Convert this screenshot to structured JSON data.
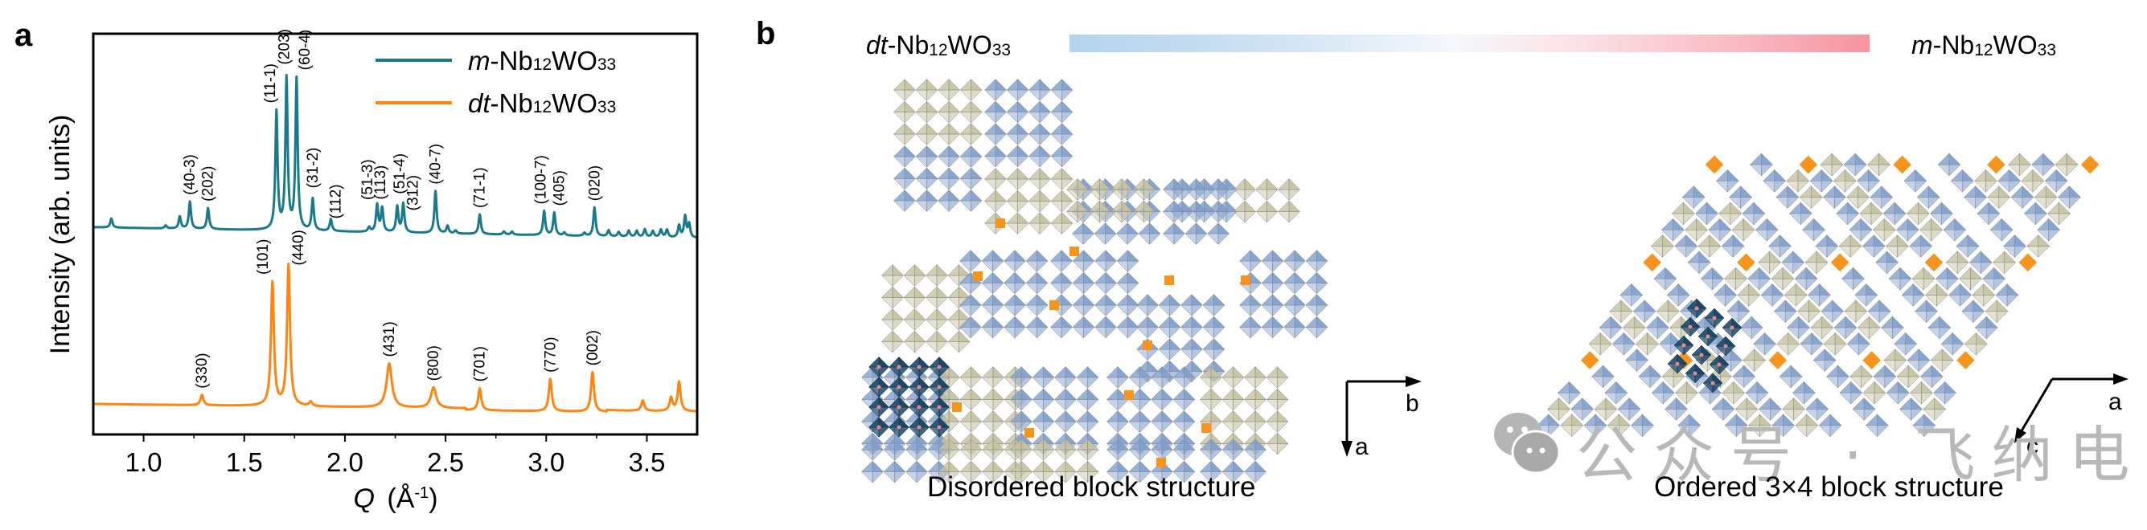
{
  "panel_a": {
    "letter": "a",
    "chart_data": {
      "type": "line",
      "title": "",
      "xlabel": "Q (Å⁻¹)",
      "xlabel_main": "Q",
      "xlabel_unit": "(Å",
      "xlabel_sup": "-1",
      "xlabel_close": ")",
      "ylabel": "Intensity (arb. units)",
      "xlim": [
        0.75,
        3.75
      ],
      "xticks": [
        1.0,
        1.5,
        2.0,
        2.5,
        3.0,
        3.5
      ],
      "xtick_labels": [
        "1.0",
        "1.5",
        "2.0",
        "2.5",
        "3.0",
        "3.5"
      ],
      "minor_xticks": [
        1.25,
        1.75,
        2.25,
        2.75,
        3.25
      ],
      "yticks": [],
      "grid": false,
      "legend_position": "top-right",
      "series": [
        {
          "name": "m-Nb12WO33",
          "legend_prefix": "m",
          "legend_main": "-Nb",
          "legend_sub1": "12",
          "legend_mid": "WO",
          "legend_sub2": "33",
          "color": "#1a7a8c",
          "offset": "upper",
          "baseline_note": "stacked, vertically offset",
          "peaks": [
            {
              "q": 0.84,
              "intensity": 6
            },
            {
              "q": 1.11,
              "intensity": 2
            },
            {
              "q": 1.18,
              "intensity": 8
            },
            {
              "q": 1.23,
              "intensity": 18,
              "label": "(40-3)"
            },
            {
              "q": 1.32,
              "intensity": 14,
              "label": "(202)"
            },
            {
              "q": 1.66,
              "intensity": 78,
              "label": "(11-1)"
            },
            {
              "q": 1.71,
              "intensity": 100,
              "label": "(203)"
            },
            {
              "q": 1.76,
              "intensity": 100,
              "label": "(60-4)"
            },
            {
              "q": 1.84,
              "intensity": 21,
              "label": "(31-2)"
            },
            {
              "q": 1.93,
              "intensity": 8,
              "label": "(112)"
            },
            {
              "q": 2.12,
              "intensity": 3
            },
            {
              "q": 2.16,
              "intensity": 18,
              "label": "(51-3)"
            },
            {
              "q": 2.185,
              "intensity": 16,
              "label": "(113)"
            },
            {
              "q": 2.26,
              "intensity": 17,
              "label": "(51-4)"
            },
            {
              "q": 2.29,
              "intensity": 19,
              "label": "(312)"
            },
            {
              "q": 2.45,
              "intensity": 28,
              "label": "(40-7)"
            },
            {
              "q": 2.51,
              "intensity": 5
            },
            {
              "q": 2.55,
              "intensity": 2
            },
            {
              "q": 2.67,
              "intensity": 13,
              "label": "(71-1)"
            },
            {
              "q": 2.79,
              "intensity": 2
            },
            {
              "q": 2.83,
              "intensity": 2
            },
            {
              "q": 2.99,
              "intensity": 16,
              "label": "(100-7)"
            },
            {
              "q": 3.04,
              "intensity": 15,
              "label": "(405)"
            },
            {
              "q": 3.09,
              "intensity": 2
            },
            {
              "q": 3.19,
              "intensity": 2
            },
            {
              "q": 3.24,
              "intensity": 19,
              "label": "(020)"
            },
            {
              "q": 3.31,
              "intensity": 4
            },
            {
              "q": 3.36,
              "intensity": 3
            },
            {
              "q": 3.41,
              "intensity": 4
            },
            {
              "q": 3.45,
              "intensity": 4
            },
            {
              "q": 3.49,
              "intensity": 5
            },
            {
              "q": 3.53,
              "intensity": 4
            },
            {
              "q": 3.57,
              "intensity": 5
            },
            {
              "q": 3.6,
              "intensity": 5
            },
            {
              "q": 3.66,
              "intensity": 8
            },
            {
              "q": 3.69,
              "intensity": 14
            },
            {
              "q": 3.71,
              "intensity": 9
            }
          ]
        },
        {
          "name": "dt-Nb12WO33",
          "legend_prefix": "dt",
          "legend_main": "-Nb",
          "legend_sub1": "12",
          "legend_mid": "WO",
          "legend_sub2": "33",
          "color": "#ff8412",
          "offset": "lower",
          "peaks": [
            {
              "q": 1.29,
              "intensity": 7,
              "label": "(330)"
            },
            {
              "q": 1.64,
              "intensity": 84,
              "label": "(101)"
            },
            {
              "q": 1.72,
              "intensity": 96,
              "label": "(440)"
            },
            {
              "q": 1.83,
              "intensity": 3
            },
            {
              "q": 2.22,
              "intensity": 30,
              "label": "(431)"
            },
            {
              "q": 2.44,
              "intensity": 14,
              "label": "(800)"
            },
            {
              "q": 2.67,
              "intensity": 15,
              "label": "(701)"
            },
            {
              "q": 3.02,
              "intensity": 22,
              "label": "(770)"
            },
            {
              "q": 3.23,
              "intensity": 27,
              "label": "(002)"
            },
            {
              "q": 3.48,
              "intensity": 7
            },
            {
              "q": 3.62,
              "intensity": 9
            },
            {
              "q": 3.66,
              "intensity": 20
            }
          ]
        }
      ]
    }
  },
  "panel_b": {
    "letter": "b",
    "left_formula": {
      "prefix": "dt",
      "main": "-Nb",
      "sub1": "12",
      "mid": "WO",
      "sub2": "33"
    },
    "right_formula": {
      "prefix": "m",
      "main": "-Nb",
      "sub1": "12",
      "mid": "WO",
      "sub2": "33"
    },
    "gradient_colors": {
      "start": "#b3d3ee",
      "middle": "#f5f8fc",
      "end": "#f7939f"
    },
    "left_structure": {
      "caption": "Disordered block structure",
      "axis_labels": {
        "horizontal": "b",
        "vertical": "a"
      }
    },
    "right_structure": {
      "caption": "Ordered 3×4 block structure",
      "axis_labels": {
        "horizontal": "a",
        "diagonal": "c"
      }
    },
    "structure_colors": {
      "nb_octahedra": "#7f9fcf",
      "w_octahedra": "#c5c3a0",
      "tetrahedra": "#f7941d",
      "highlight_block": "#1d4868",
      "oxygen": "#e88a8a"
    }
  },
  "watermark": {
    "icon": "wechat-icon",
    "text": "公众号 · 飞纳电镜"
  }
}
